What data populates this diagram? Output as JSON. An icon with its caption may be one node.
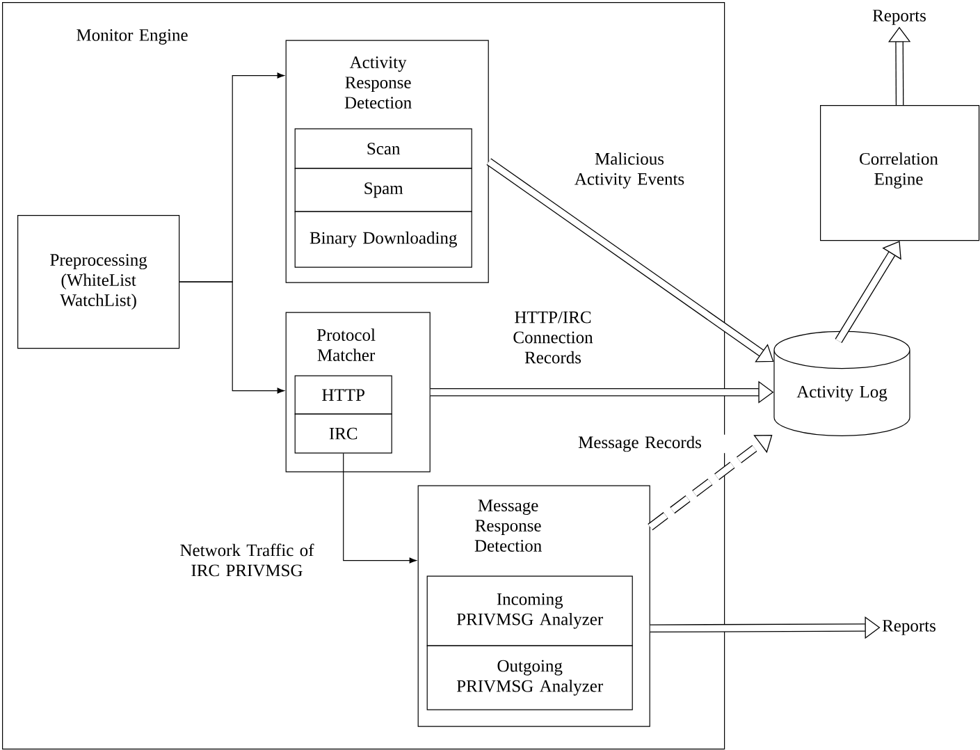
{
  "diagram": {
    "nodes": [
      {
        "text": [
          "Monitor Engine"
        ]
      },
      {
        "text": [
          "Preprocessing (WhiteList WatchList)"
        ],
        "in": 0
      },
      {
        "text": [
          "Activity Response Detection"
        ],
        "in": 0
      },
      {
        "text": [
          "Scan"
        ],
        "in": 2
      },
      {
        "text": [
          "Spam"
        ],
        "in": 2
      },
      {
        "text": [
          "Binary Downloading"
        ],
        "in": 2
      },
      {
        "text": [
          "Protocol Matcher"
        ],
        "in": 0
      },
      {
        "text": [
          "HTTP"
        ],
        "in": 6
      },
      {
        "text": [
          "IRC"
        ],
        "in": 6
      },
      {
        "text": [
          "Message Response Detection"
        ],
        "in": 0
      },
      {
        "text": [
          "Incoming PRIVMSG Analyzer"
        ],
        "in": 9
      },
      {
        "text": [
          "Outgoing PRIVMSG Analyzer"
        ],
        "in": 9
      },
      {
        "text": [
          "Activity Log"
        ]
      },
      {
        "text": [
          "Correlation Engine"
        ]
      },
      {
        "text": [
          "Reports"
        ]
      },
      {
        "text": [
          "Reports"
        ]
      }
    ],
    "edges": [
      {
        "from": 1,
        "to": 2,
        "arrow": "to"
      },
      {
        "from": 1,
        "to": 6,
        "arrow": "to"
      },
      {
        "from": 8,
        "to": 9,
        "arrow": "to",
        "label": "Network Traffic of IRC PRIVMSG"
      },
      {
        "from": 2,
        "to": 12,
        "arrow": "to",
        "label": "Malicious Activity Events"
      },
      {
        "from": 6,
        "to": 12,
        "arrow": "to",
        "label": "HTTP/IRC Connection Records"
      },
      {
        "from": 9,
        "to": 12,
        "arrow": "to",
        "label": "Message Records",
        "style": "dashed"
      },
      {
        "from": 12,
        "to": 13,
        "arrow": "to"
      },
      {
        "from": 13,
        "to": 14,
        "arrow": "to"
      },
      {
        "from": 9,
        "to": 15,
        "arrow": "to"
      }
    ]
  }
}
